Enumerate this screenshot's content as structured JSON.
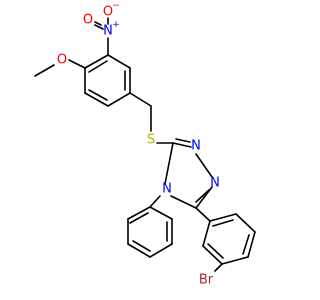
{
  "molecule": {
    "colors": {
      "carbon_bond": "#000000",
      "oxygen": "#ff0000",
      "nitrogen": "#0000ff",
      "sulfur": "#b2b200",
      "bromine": "#a52a2a"
    },
    "labels": {
      "nitro_o_top": "O",
      "nitro_o_top_charge": "−",
      "nitro_n": "N",
      "nitro_n_charge": "+",
      "methoxy_o": "O",
      "nitro_o_left": "O",
      "thioether_s": "S",
      "triazole_n1": "N",
      "triazole_n2": "N",
      "triazole_n4": "N",
      "bromo": "Br"
    }
  }
}
